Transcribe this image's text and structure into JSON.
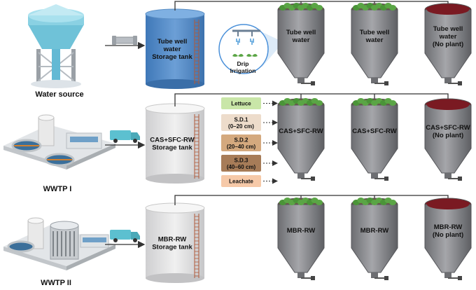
{
  "water_source": {
    "label": "Water source"
  },
  "wwtp1": {
    "label": "WWTP I"
  },
  "wwtp2": {
    "label": "WWTP II"
  },
  "storage_tanks": [
    {
      "line1": "Tube well",
      "line2": "water",
      "line3": "Storage tank",
      "color": "#5b8fc9"
    },
    {
      "line1": "CAS+SFC-RW",
      "line2": "Storage tank",
      "color": "#dcdcdc"
    },
    {
      "line1": "MBR-RW",
      "line2": "Storage tank",
      "color": "#dcdcdc"
    }
  ],
  "drip": {
    "line1": "Drip",
    "line2": "Irrigation"
  },
  "columns": {
    "row1": [
      "Tube well|water",
      "Tube well|water",
      "Tube well|water|(No plant)"
    ],
    "row2": [
      "CAS+SFC-RW",
      "CAS+SFC-RW",
      "CAS+SFC-RW|(No plant)"
    ],
    "row3": [
      "MBR-RW",
      "MBR-RW",
      "MBR-RW|(No plant)"
    ]
  },
  "sample_labels": [
    {
      "text": "Lettuce",
      "color": "#c9e6a8"
    },
    {
      "text": "S.D.1|(0–20 cm)",
      "color": "#eddccb"
    },
    {
      "text": "S.D.2|(20–40 cm)",
      "color": "#d4a97e"
    },
    {
      "text": "S.D.3|(40–60 cm)",
      "color": "#a77c58"
    },
    {
      "text": "Leachate",
      "color": "#f6c9a8"
    }
  ],
  "colors": {
    "column": "#8c8d91",
    "soil": "#7a1a22",
    "lettuce": "#5aa545",
    "water_tower": "#6fc2d8"
  }
}
